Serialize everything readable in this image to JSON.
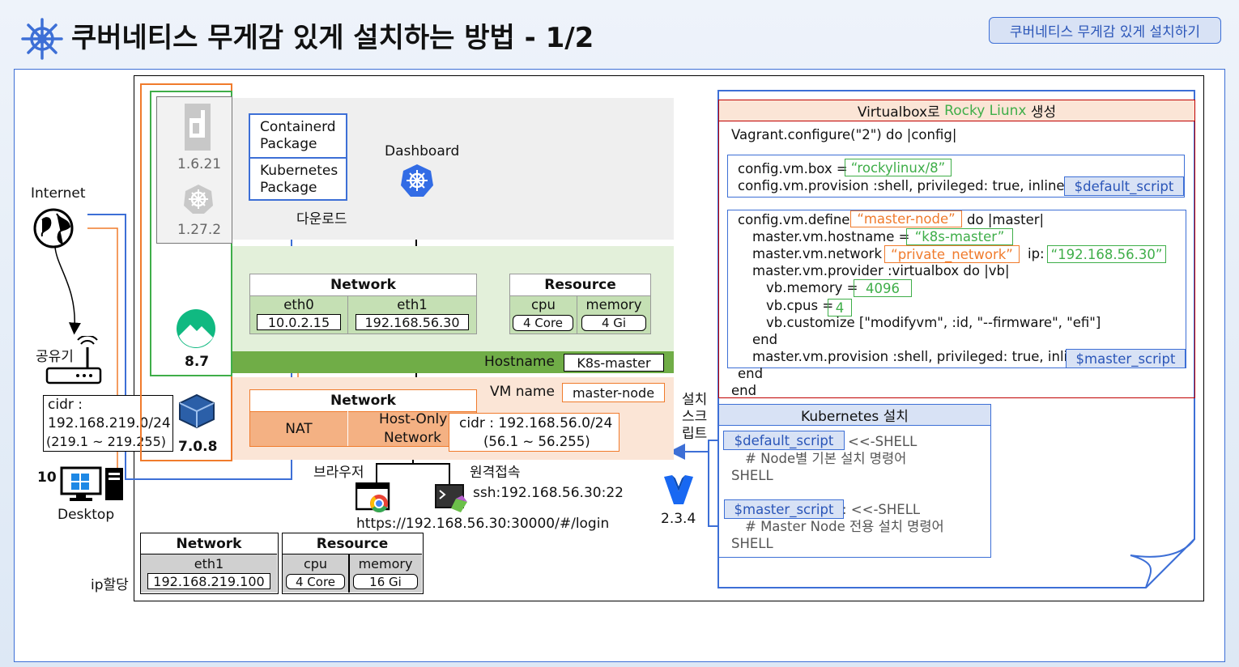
{
  "header": {
    "title": "쿠버네티스 무게감 있게 설치하는 방법 - 1/2",
    "tag": "쿠버네티스 무게감 있게 설치하기",
    "accent": "#3d6fd6"
  },
  "left": {
    "internet": "Internet",
    "router": "공유기",
    "cidr_title": "cidr :",
    "cidr_value": "192.168.219.0/24",
    "cidr_range": "(219.1 ~ 219.255)",
    "virtualbox_version": "7.0.8",
    "windows_version": "10",
    "desktop": "Desktop",
    "ip_assign": "ip할당",
    "net_table": {
      "header": "Network",
      "col": "eth1",
      "value": "192.168.219.100"
    },
    "res_table": {
      "header": "Resource",
      "cols": [
        "cpu",
        "memory"
      ],
      "values": [
        "4 Core",
        "16 Gi"
      ]
    }
  },
  "stack": {
    "containerd_version": "1.6.21",
    "k8s_version": "1.27.2",
    "rocky_version": "8.7"
  },
  "vm": {
    "pkg1": [
      "Containerd",
      "Package"
    ],
    "pkg2": [
      "Kubernetes",
      "Package"
    ],
    "download": "다운로드",
    "dashboard": "Dashboard",
    "net_header": "Network",
    "eth0": "eth0",
    "eth0_ip": "10.0.2.15",
    "eth1": "eth1",
    "eth1_ip": "192.168.56.30",
    "res_header": "Resource",
    "cpu": "cpu",
    "cpu_val": "4 Core",
    "mem": "memory",
    "mem_val": "4 Gi",
    "hostname_label": "Hostname",
    "hostname": "K8s-master",
    "vmname_label": "VM name",
    "vmname": "master-node",
    "vnet_header": "Network",
    "nat": "NAT",
    "hostonly": [
      "Host-Only",
      "Network"
    ],
    "cidr2": "cidr : 192.168.56.0/24",
    "cidr2_range": "(56.1 ~ 56.255)",
    "browser": "브라우저",
    "remote": "원격접속",
    "ssh": "ssh:192.168.56.30:22",
    "url": "https://192.168.56.30:30000/#/login",
    "install_script": [
      "설치",
      "스크",
      "립트"
    ],
    "vagrant_version": "2.3.4"
  },
  "code": {
    "title_pre": "Virtualbox로 ",
    "title_os": "Rocky Liunx",
    "title_post": " 생성",
    "l1": "Vagrant.configure(\"2\") do |config|",
    "box_kw": "config.vm.box =",
    "box_val": "“rockylinux/8”",
    "prov_kw": "config.vm.provision :shell, privileged: true, inline:",
    "default_script": "$default_script",
    "define_kw": "config.vm.define",
    "define_val": "“master-node”",
    "define_post": "do |master|",
    "hostname_kw": "master.vm.hostname =",
    "hostname_val": "“k8s-master”",
    "network_kw": "master.vm.network",
    "network_val": "“private_network”",
    "ip_kw": "ip:",
    "ip_val": "“192.168.56.30”",
    "provider_kw": "master.vm.provider :virtualbox do |vb|",
    "memory_kw": "vb.memory =",
    "memory_val": "4096",
    "cpus_kw": "vb.cpus =",
    "cpus_val": "4",
    "customize": "vb.customize [\"modifyvm\", :id, \"--firmware\", \"efi\"]",
    "end1": "end",
    "mprov_kw": "master.vm.provision :shell, privileged: true, inline:",
    "master_script": "$master_script",
    "end2": "end",
    "end3": "end",
    "k8s_title": "Kubernetes 설치",
    "shell1": "<<-SHELL",
    "comment1": "# Node별 기본 설치 명령어",
    "shell_end1": "SHELL",
    "shell2": ": <<-SHELL",
    "comment2": "# Master Node 전용 설치 명령어",
    "shell_end2": "SHELL"
  }
}
